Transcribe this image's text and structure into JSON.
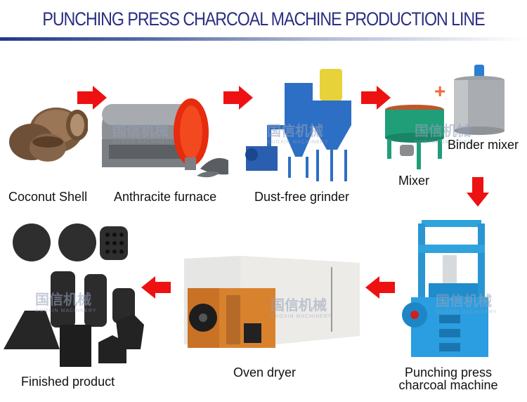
{
  "header": {
    "title": "PUNCHING PRESS CHARCOAL MACHINE  PRODUCTION LINE",
    "title_color": "#2b2f82",
    "rule_color": "#1f3a8a"
  },
  "watermark": {
    "logo_text": "国信机械",
    "sub_text": "GUOXIN MACHINERY"
  },
  "flow": {
    "arrow_color": "#ee1111",
    "plus_symbol": "+",
    "plus_color": "#f06a3a",
    "steps": [
      {
        "id": "coconut-shell",
        "label": "Coconut Shell"
      },
      {
        "id": "anthracite-furnace",
        "label": "Anthracite furnace"
      },
      {
        "id": "dust-free-grinder",
        "label": "Dust-free grinder"
      },
      {
        "id": "mixer",
        "label": "Mixer"
      },
      {
        "id": "binder-mixer",
        "label": "Binder mixer"
      },
      {
        "id": "punching-press",
        "label_line1": "Punching press",
        "label_line2": "charcoal machine"
      },
      {
        "id": "oven-dryer",
        "label": "Oven dryer"
      },
      {
        "id": "finished-product",
        "label": "Finished product"
      }
    ]
  }
}
